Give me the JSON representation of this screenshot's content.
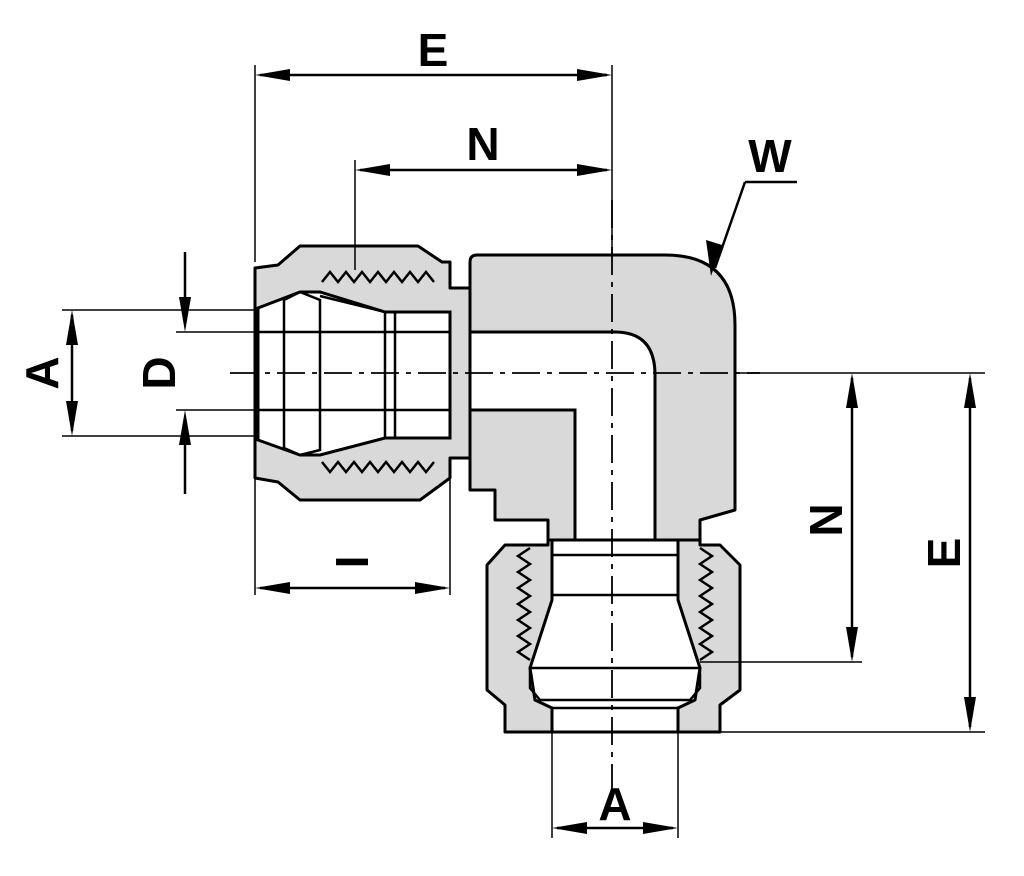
{
  "diagram": {
    "labels": {
      "top_width": "E",
      "top_center": "N",
      "body_callout": "W",
      "left_outer_diameter": "A",
      "left_bore": "D",
      "insertion_depth": "I",
      "right_center": "N",
      "right_height": "E",
      "bottom_outer_diameter": "A"
    }
  }
}
